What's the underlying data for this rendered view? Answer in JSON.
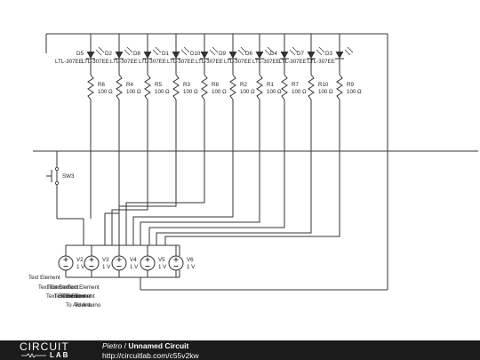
{
  "diagram": {
    "leds": [
      {
        "ref": "D5",
        "part": "LTL-307EE"
      },
      {
        "ref": "D2",
        "part": "LTL-307EE"
      },
      {
        "ref": "D8",
        "part": "LTL-307EE"
      },
      {
        "ref": "D1",
        "part": "LTL-307EE"
      },
      {
        "ref": "D10",
        "part": "LTL-307EE"
      },
      {
        "ref": "D9",
        "part": "LTL-307EE"
      },
      {
        "ref": "D6",
        "part": "LTL-307EE"
      },
      {
        "ref": "D4",
        "part": "LTL-307EE"
      },
      {
        "ref": "D7",
        "part": "LTL-307EE"
      },
      {
        "ref": "D3",
        "part": "LTL-307EE"
      }
    ],
    "resistors": [
      {
        "ref": "R6",
        "value": "100 Ω"
      },
      {
        "ref": "R4",
        "value": "100 Ω"
      },
      {
        "ref": "R5",
        "value": "100 Ω"
      },
      {
        "ref": "R3",
        "value": "100 Ω"
      },
      {
        "ref": "R8",
        "value": "100 Ω"
      },
      {
        "ref": "R2",
        "value": "100 Ω"
      },
      {
        "ref": "R1",
        "value": "100 Ω"
      },
      {
        "ref": "R7",
        "value": "100 Ω"
      },
      {
        "ref": "R10",
        "value": "100 Ω"
      },
      {
        "ref": "R9",
        "value": "100 Ω"
      }
    ],
    "switch": {
      "ref": "SW3"
    },
    "sources": [
      {
        "ref": "V2",
        "value": "1 V"
      },
      {
        "ref": "V3",
        "value": "1 V"
      },
      {
        "ref": "V4",
        "value": "1 V"
      },
      {
        "ref": "V5",
        "value": "1 V"
      },
      {
        "ref": "V6",
        "value": "1 V"
      }
    ],
    "text_elements": [
      "Text Element",
      "Text Element",
      "Text Element",
      "Text Element",
      "Text Element",
      "Text Element",
      "Text Element",
      "Text Element",
      "To Arduino",
      "To Arduino"
    ]
  },
  "footer": {
    "logo_top": "CIRCUIT",
    "logo_bottom": "LAB",
    "author": "Pietro",
    "separator": "/",
    "title": "Unnamed Circuit",
    "url": "http://circuitlab.com/c55v2kw"
  },
  "colors": {
    "footer_bg": "#1b1b1b",
    "wire": "#333333"
  }
}
